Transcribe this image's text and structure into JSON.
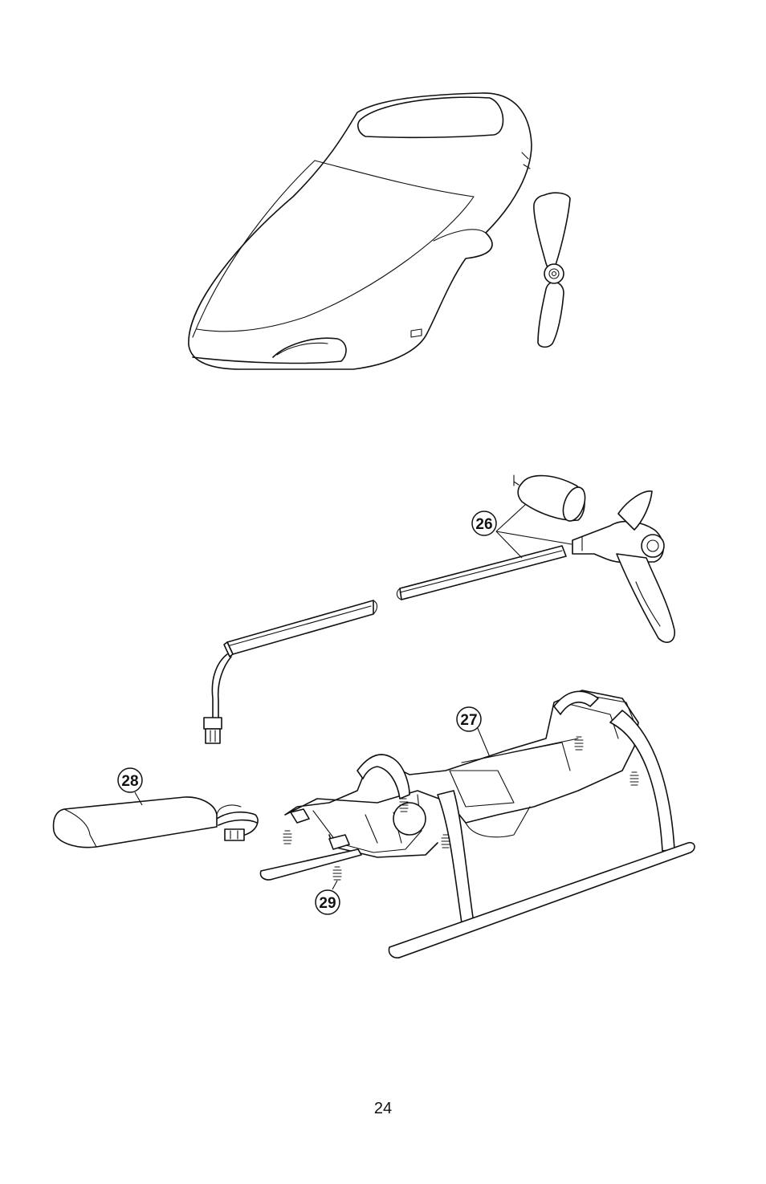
{
  "callouts": {
    "c26": "26",
    "c27": "27",
    "c28": "28",
    "c29": "29"
  },
  "page": {
    "number": "24"
  }
}
